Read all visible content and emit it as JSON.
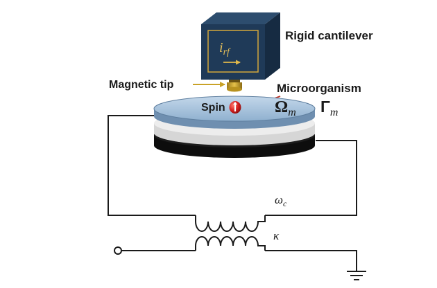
{
  "labels": {
    "rigid_cantilever": "Rigid cantilever",
    "magnetic_tip": "Magnetic tip",
    "microorganism": "Microorganism",
    "spin": "Spin",
    "cantilever_current": "i",
    "cantilever_current_sub": "rf",
    "omega_m": "Ω",
    "omega_m_sub": "m",
    "gamma_m": "Γ",
    "gamma_m_sub": "m",
    "omega_c": "ω",
    "omega_c_sub": "c",
    "kappa": "κ"
  },
  "colors": {
    "cantilever_block": "#1f3a58",
    "cantilever_inner_border": "#d4a73a",
    "disk_top": "#a9c4de",
    "disk_middle": "#e3e3e3",
    "disk_bottom": "#111111",
    "spin_sphere": "#d42020",
    "arrow_red": "#c0392b",
    "arrow_gold": "#c9a227",
    "wire": "#1a1a1a"
  }
}
